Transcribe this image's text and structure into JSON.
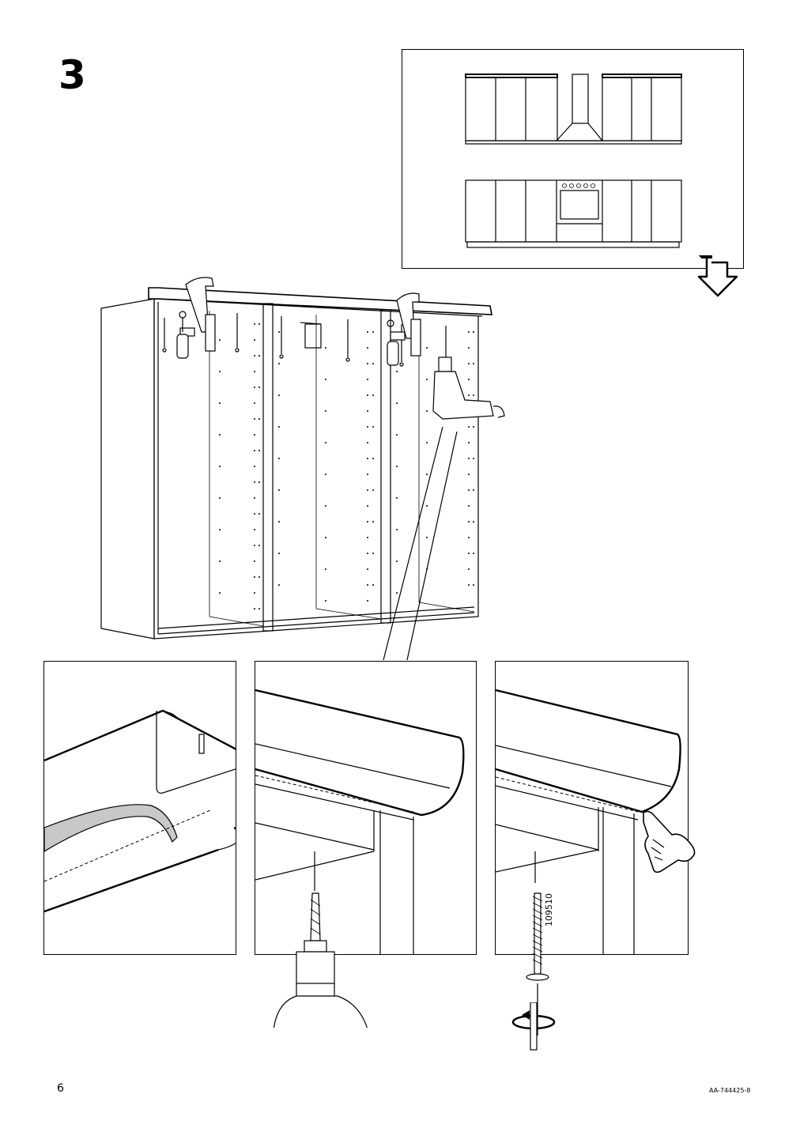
{
  "step": {
    "number": "3"
  },
  "footer": {
    "page_number": "6",
    "document_code": "AA-744425-8"
  },
  "parts": {
    "screw_code": "109510"
  },
  "icons": {
    "overview": "kitchen-layout-icon",
    "direction": "down-arrow-icon",
    "drill": "drill-icon",
    "screwdriver": "screwdriver-rotate-icon",
    "hand": "hand-press-icon",
    "clamp": "clamp-icon"
  }
}
